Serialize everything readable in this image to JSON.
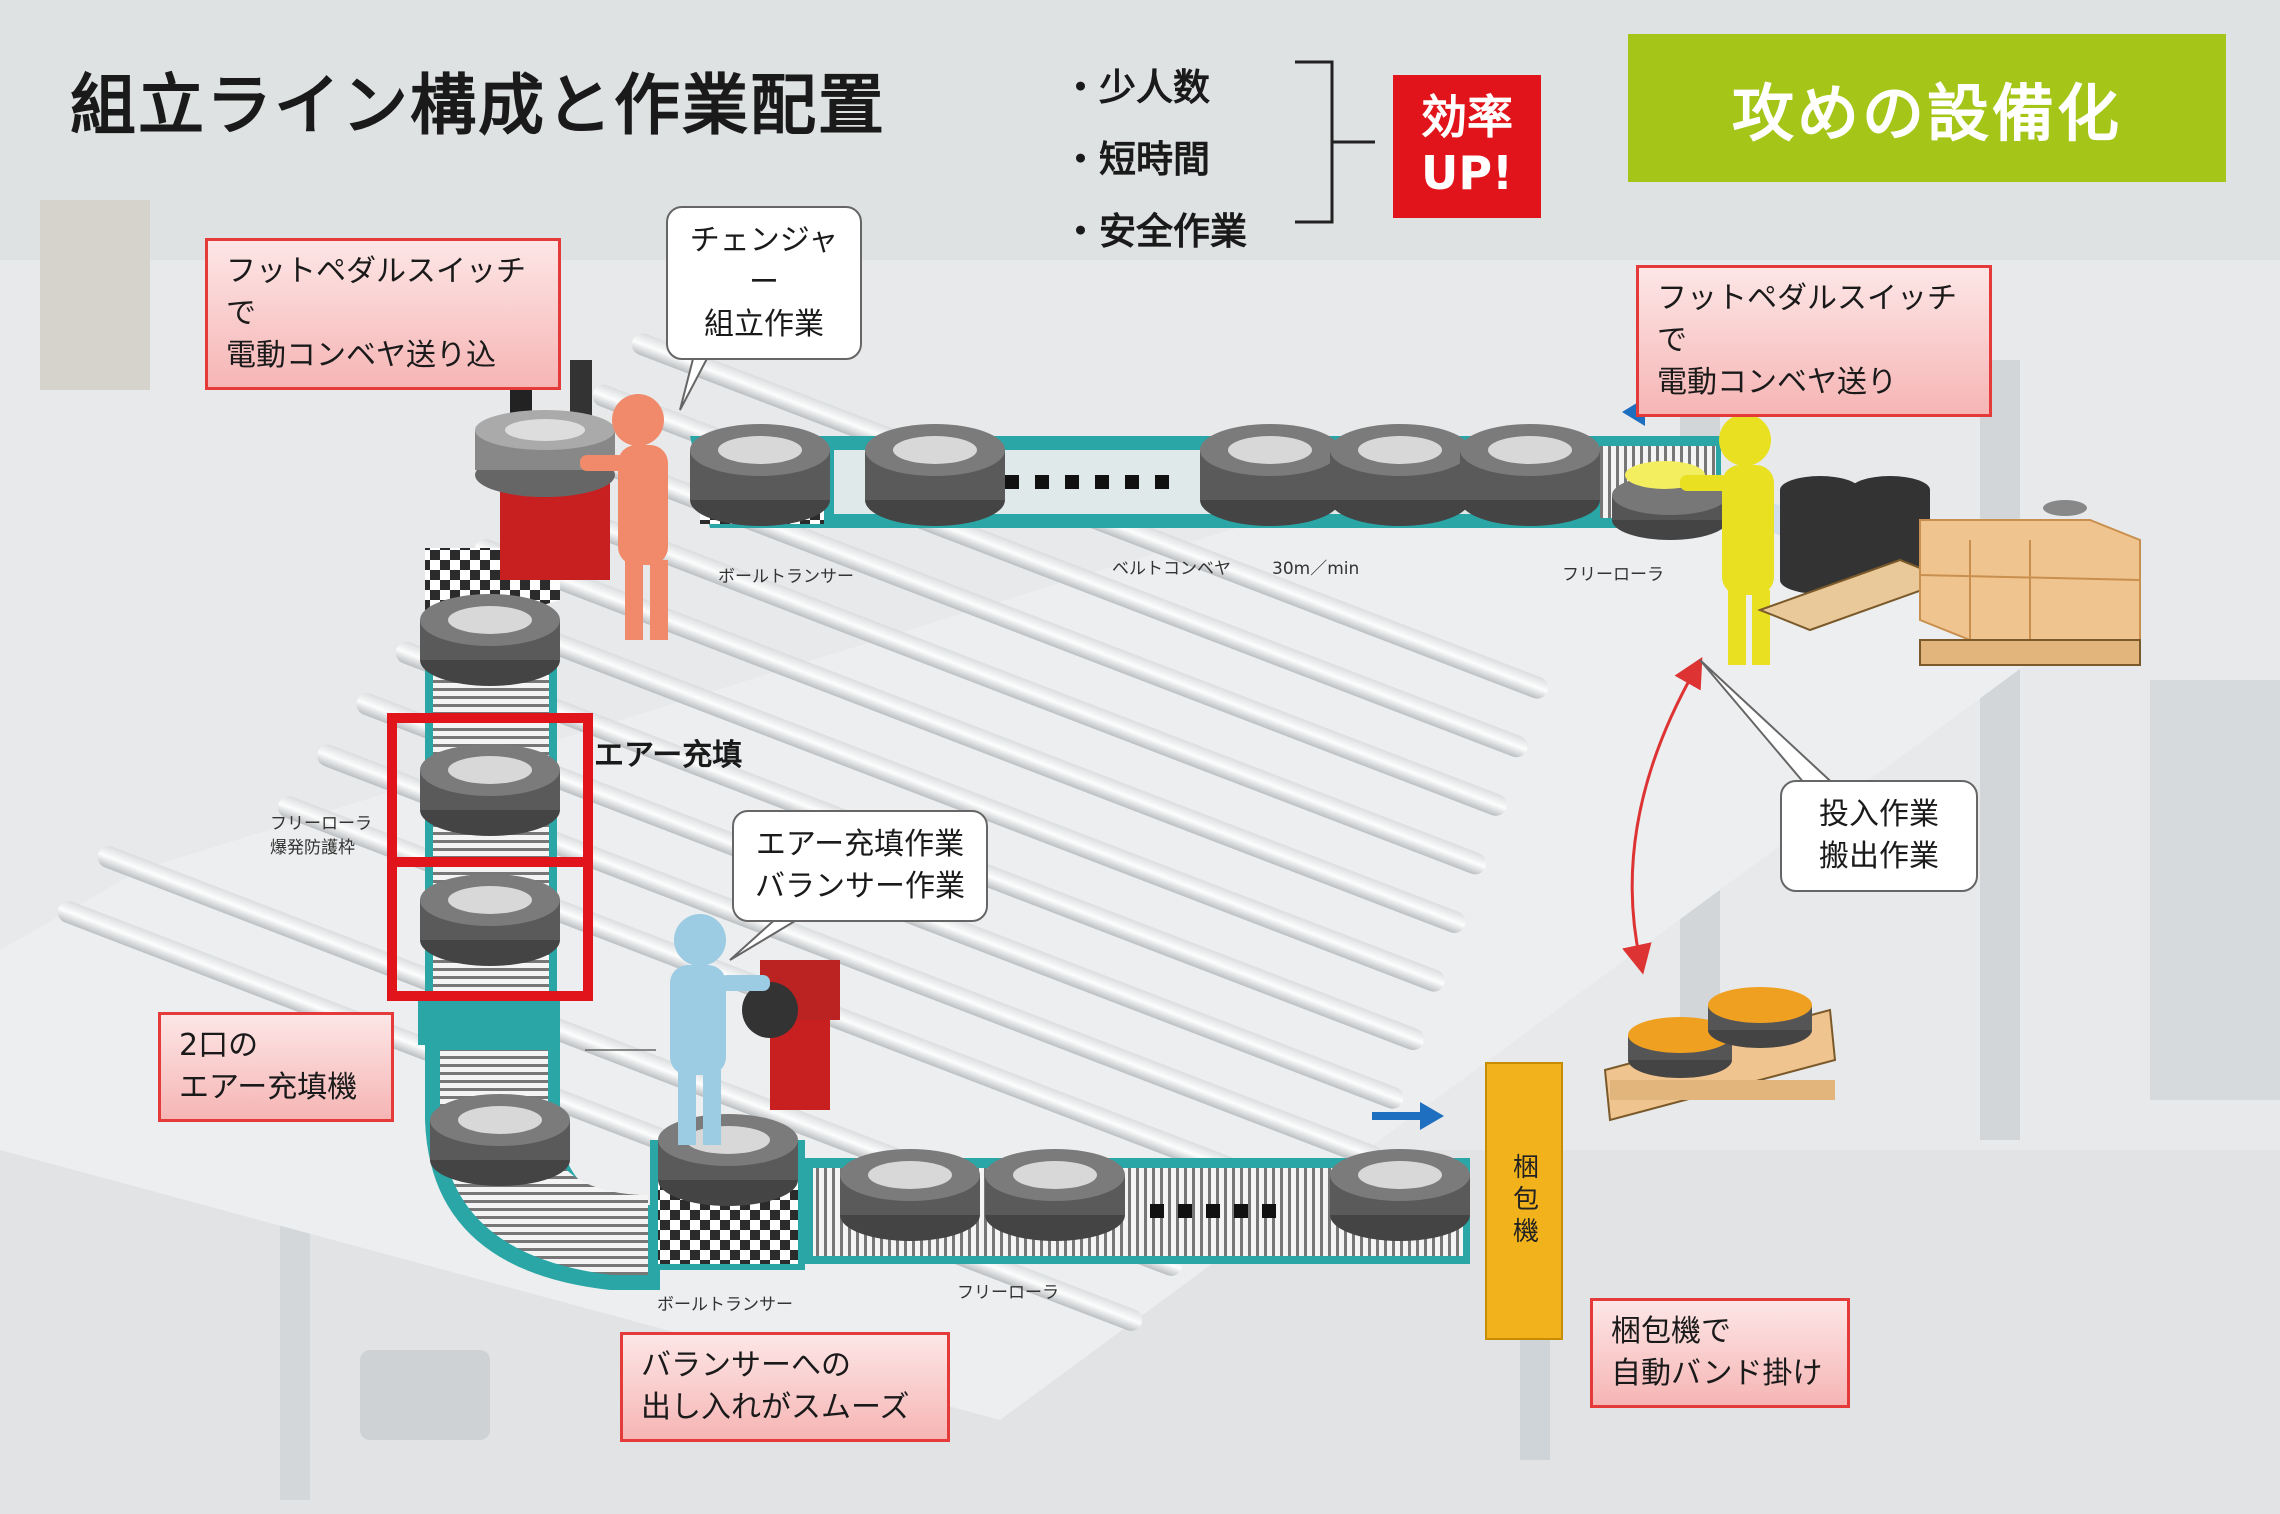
{
  "title": "組立ライン構成と作業配置",
  "bullets": [
    "・少人数",
    "・短時間",
    "・安全作業"
  ],
  "badge": {
    "line1": "効率",
    "line2": "UP!"
  },
  "green_box": "攻めの設備化",
  "labels": {
    "pedal_left": [
      "フットペダルスイッチで",
      "電動コンベヤ送り込"
    ],
    "pedal_right": [
      "フットペダルスイッチで",
      "電動コンベヤ送り"
    ],
    "air_machine": [
      "2口の",
      "エアー充填機"
    ],
    "balancer_smooth": [
      "バランサーへの",
      "出し入れがスムーズ"
    ],
    "packing_auto": [
      "梱包機で",
      "自動バンド掛け"
    ]
  },
  "bubbles": {
    "changer": [
      "チェンジャー",
      "組立作業"
    ],
    "air_balancer": [
      "エアー充填作業",
      "バランサー作業"
    ],
    "loading": [
      "投入作業",
      "搬出作業"
    ]
  },
  "conveyor_labels": {
    "ball_transfer_top": "ボールトランサー",
    "belt_conveyor": "ベルトコンベヤ",
    "speed": "30m／min",
    "free_roller_top": "フリーローラ",
    "free_roller_guard": [
      "フリーローラ",
      "爆発防護枠"
    ],
    "air_fill": "エアー充填",
    "ball_transfer_bottom": "ボールトランサー",
    "free_roller_bottom": "フリーローラ",
    "packing_machine": "梱包機"
  },
  "colors": {
    "conveyor": "#2aa6a6",
    "red_frame": "#e1141b",
    "worker_changer": "#f08a6a",
    "worker_balancer": "#9ccbe4",
    "worker_loader": "#e8e020",
    "arrow_blue": "#1f6fc0",
    "packer": "#f2b21c"
  }
}
